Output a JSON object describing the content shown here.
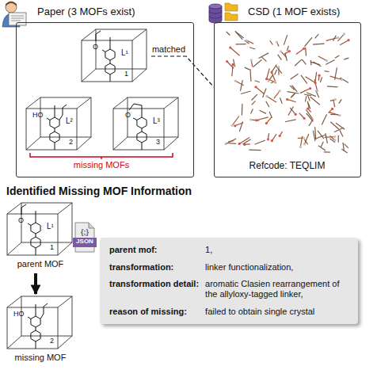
{
  "diagram": {
    "nodes": [
      {
        "text": [
          "Paper (3 MOFs exist)"
        ]
      },
      {
        "text": [
          "L¹",
          "1"
        ],
        "in": 0
      },
      {
        "text": [
          "L²",
          "2"
        ],
        "in": 0
      },
      {
        "text": [
          "L³",
          "3"
        ],
        "in": 0
      },
      {
        "text": [
          "CSD (1 MOF exists)",
          "Refcode: TEQLIM"
        ]
      },
      {
        "text": [
          "L¹",
          "1",
          "parent MOF"
        ]
      },
      {
        "text": [
          "2",
          "missing MOF"
        ]
      },
      {
        "text": [
          "parent mof:",
          "1,",
          "transformation:",
          "linker functionalization,",
          "transformation detail:",
          "aromatic Clasien rearrangement of the allyloxy-tagged linker,",
          "reason of missing:",
          "failed to obtain single crystal"
        ]
      }
    ],
    "edges": [
      {
        "from": 1,
        "to": 4,
        "label": "matched",
        "arrow": "none"
      },
      {
        "from": 5,
        "to": 6,
        "arrow": "to"
      }
    ],
    "labels": [
      "missing MOFs",
      "Identified Missing MOF Information",
      "{;}",
      "JSON",
      "O",
      "HO",
      "O",
      "O",
      "HO"
    ]
  }
}
